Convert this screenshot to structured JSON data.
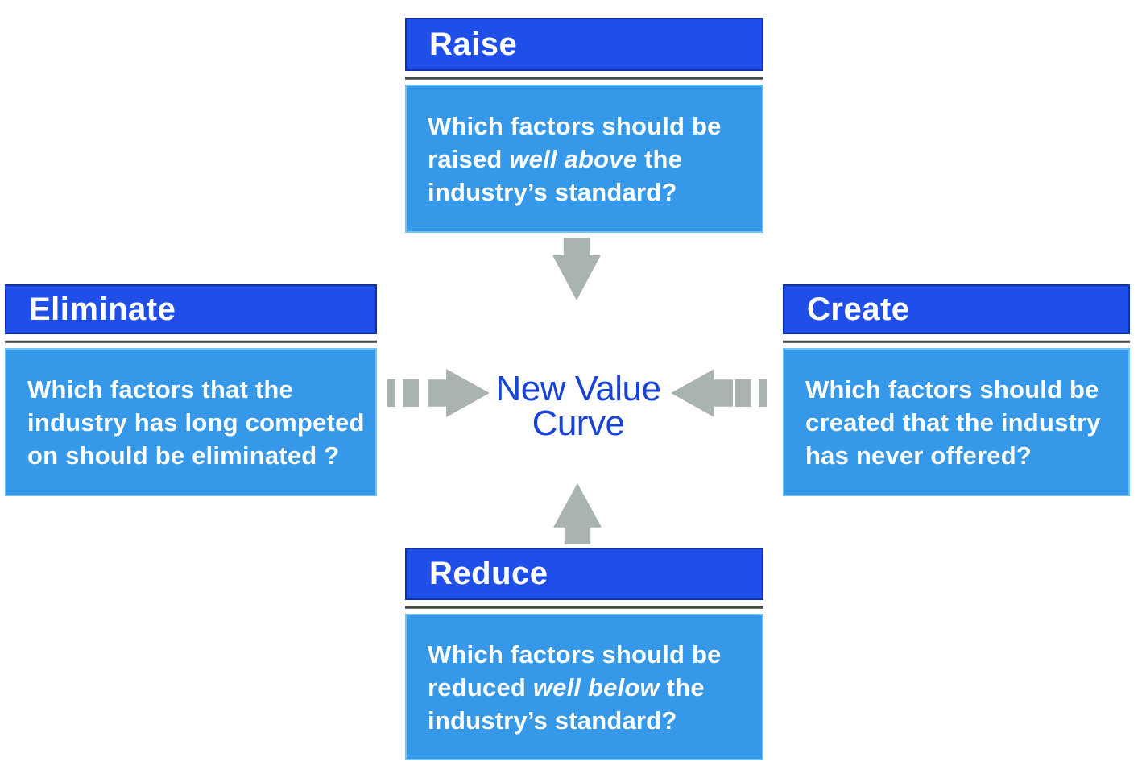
{
  "panels": {
    "raise": {
      "title": "Raise",
      "line1": "Which factors should be",
      "line2_pre": "raised ",
      "line2_italic": "well above",
      "line2_post": " the",
      "line3": "industry’s standard?"
    },
    "eliminate": {
      "title": "Eliminate",
      "line1": "Which factors that the",
      "line2": "industry has long competed",
      "line3": "on should be eliminated ?"
    },
    "create": {
      "title": "Create",
      "line1": "Which factors should be",
      "line2": "created that the industry",
      "line3": "has never offered?"
    },
    "reduce": {
      "title": "Reduce",
      "line1": "Which factors should be",
      "line2_pre": "reduced ",
      "line2_italic": "well below",
      "line2_post": " the",
      "line3": "industry’s standard?"
    }
  },
  "center": {
    "line1": "New Value",
    "line2": "Curve"
  },
  "icons": {
    "top": "arrow-down-icon",
    "bottom": "arrow-up-icon",
    "left": "dashed-arrow-right-icon",
    "right": "dashed-arrow-left-icon"
  },
  "colors": {
    "header_blue": "#1f4fe8",
    "header_border": "#1130ae",
    "body_blue": "#3598e8",
    "body_border": "#70c2f2",
    "arrow_gray": "#a9b3b1",
    "separator_dark": "#434b45",
    "separator_light": "#d2d4cb",
    "center_text_blue": "#1843d8",
    "text_white": "#ffffff",
    "background": "#ffffff"
  }
}
